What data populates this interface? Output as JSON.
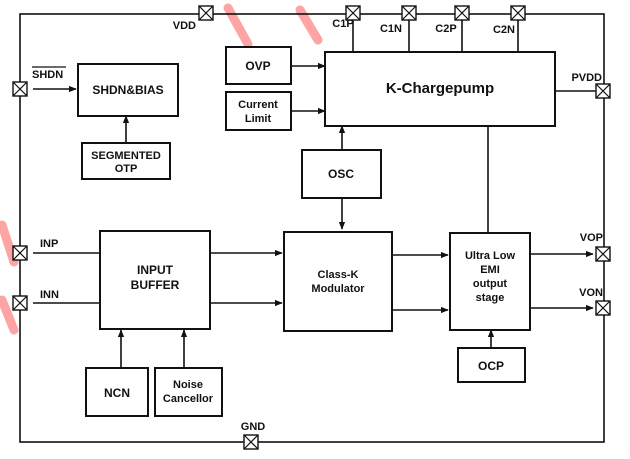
{
  "pins": {
    "vdd": "VDD",
    "c1p": "C1P",
    "c1n": "C1N",
    "c2p": "C2P",
    "c2n": "C2N",
    "shdn": "SHDN",
    "inp": "INP",
    "inn": "INN",
    "pvdd": "PVDD",
    "vop": "VOP",
    "von": "VON",
    "gnd": "GND"
  },
  "blocks": {
    "shdn_bias": [
      "SHDN&BIAS"
    ],
    "segmented_otp": [
      "SEGMENTED",
      "OTP"
    ],
    "ovp": [
      "OVP"
    ],
    "current_limit": [
      "Current",
      "Limit"
    ],
    "chargepump": [
      "K-Chargepump"
    ],
    "osc": [
      "OSC"
    ],
    "input_buffer": [
      "INPUT",
      "BUFFER"
    ],
    "modulator": [
      "Class-K",
      "Modulator"
    ],
    "output_stage": [
      "Ultra Low",
      "EMI",
      "output",
      "stage"
    ],
    "ocp": [
      "OCP"
    ],
    "ncn": [
      "NCN"
    ],
    "noise_cancellor": [
      "Noise",
      "Cancellor"
    ]
  },
  "colors": {
    "line": "#111111",
    "background": "#ffffff",
    "watermark": "#ff5a5a"
  }
}
